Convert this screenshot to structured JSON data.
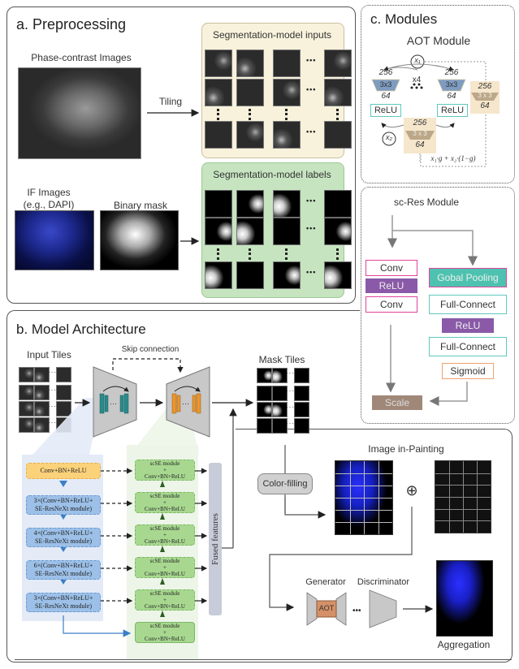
{
  "panel_a": {
    "title": "a. Preprocessing",
    "phase_contrast_label": "Phase-contrast Images",
    "tiling_label": "Tiling",
    "inputs_box_title": "Segmentation-model inputs",
    "if_label_line1": "IF Images",
    "if_label_line2": "(e.g., DAPI)",
    "binary_mask_label": "Binary mask",
    "labels_box_title": "Segmentation-model labels",
    "ellipsis": "•••"
  },
  "panel_b": {
    "title": "b. Model Architecture",
    "input_tiles_label": "Input Tiles",
    "skip_connection_label": "Skip connection",
    "mask_tiles_label": "Mask Tiles",
    "encoder_blocks": [
      "Conv+BN+ReLU",
      "3×(Conv+BN+ReLU+ SE-ResNeXt module)",
      "4×(Conv+BN+ReLU+ SE-ResNeXt module)",
      "6×(Conv+BN+ReLU+ SE-ResNeXt module)",
      "3×(Conv+BN+ReLU+ SE-ResNeXt module)"
    ],
    "decoder_blocks": [
      {
        "line1": "scSE module",
        "line2": "+",
        "line3": "Conv+BN+ReLU"
      },
      {
        "line1": "scSE module",
        "line2": "+",
        "line3": "Conv+BN+ReLU"
      },
      {
        "line1": "scSE module",
        "line2": "+",
        "line3": "Conv+BN+ReLU"
      },
      {
        "line1": "scSE module",
        "line2": "+",
        "line3": "Conv+BN+ReLU"
      },
      {
        "line1": "scSE module",
        "line2": "+",
        "line3": "Conv+BN+ReLU"
      },
      {
        "line1": "scSE module",
        "line2": "+",
        "line3": "Conv+BN+ReLU"
      }
    ],
    "fused_features_label": "Fused features"
  },
  "inpainting": {
    "title": "Image in-Painting",
    "color_filling_label": "Color-filling",
    "plus_symbol": "⊕",
    "generator_label": "Generator",
    "aot_label": "AOT",
    "discriminator_label": "Discriminator",
    "aggregation_label": "Aggregation"
  },
  "panel_c": {
    "title": "c. Modules",
    "aot_title": "AOT Module",
    "conv_top": "256",
    "conv_kernel": "3x3",
    "conv_kernel_spaced": "3 x 3",
    "conv_bottom": "64",
    "repeat_label": "x4",
    "relu_label": "ReLU",
    "x1_symbol": "x₁",
    "x2_symbol": "x₂",
    "gate_formula": "x₁·g + x₂·(1−g)",
    "scres_title": "sc-Res Module",
    "conv_label": "Conv",
    "global_pooling_label": "Gobal Pooling",
    "full_connect_label": "Full-Connect",
    "sigmoid_label": "Sigmoid",
    "scale_label": "Scale"
  },
  "colors": {
    "encoder_teal": "#2a8a8c",
    "decoder_orange": "#e8962e",
    "relu_purple": "#8a5aa8",
    "pooling_teal": "#4ec2b0",
    "scale_brown": "#a08878",
    "conv_border_pink": "#e0449a",
    "fc_border_teal": "#5fc8c0",
    "sigmoid_border_orange": "#f0a070",
    "inputs_bg": "#f8f2dc",
    "labels_bg": "#c6e4c0"
  }
}
